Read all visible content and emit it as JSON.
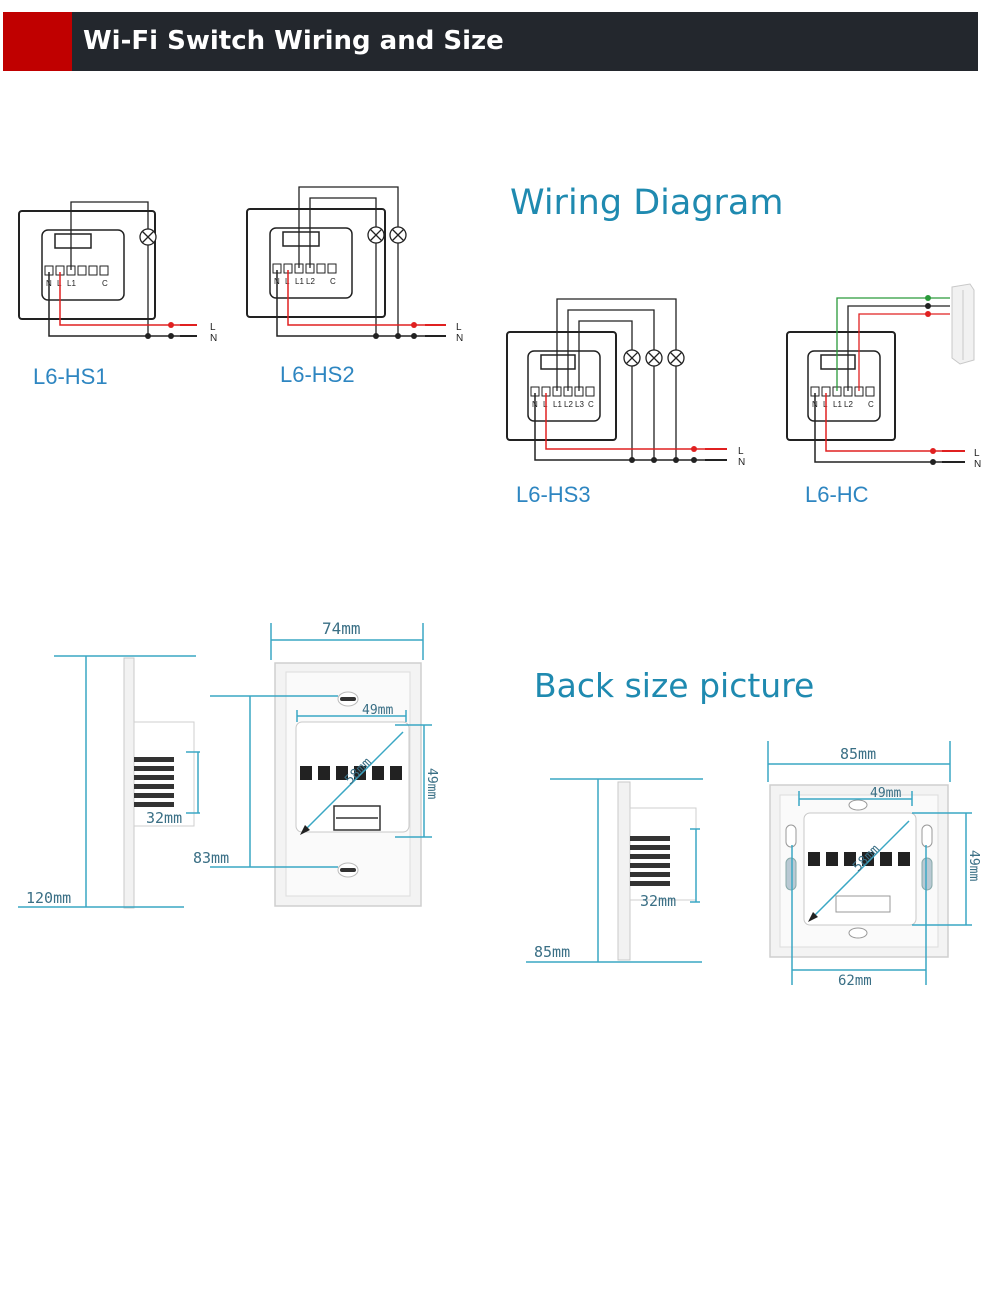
{
  "header": {
    "title": "Wi-Fi Switch Wiring and Size",
    "colors": {
      "background": "#23272d",
      "accent": "#c00000",
      "text": "#ffffff"
    }
  },
  "wiring": {
    "heading": "Wiring Diagram",
    "line_labels": {
      "live": "L",
      "neutral": "N"
    },
    "models": [
      {
        "name": "L6-HS1",
        "terminals": [
          "N",
          "L",
          "L1",
          "C"
        ]
      },
      {
        "name": "L6-HS2",
        "terminals": [
          "N",
          "L",
          "L1",
          "L2",
          "C"
        ]
      },
      {
        "name": "L6-HS3",
        "terminals": [
          "N",
          "L",
          "L1",
          "L2",
          "L3",
          "C"
        ]
      },
      {
        "name": "L6-HC",
        "terminals": [
          "N",
          "L",
          "L1",
          "L2",
          "C"
        ]
      }
    ]
  },
  "size": {
    "heading": "Back size picture",
    "single": {
      "height": "120mm",
      "width": "74mm",
      "depth": "32mm",
      "hole_spacing": "83mm",
      "box_width": "49mm",
      "box_height": "49mm",
      "diagonal": "58mm"
    },
    "square": {
      "height": "85mm",
      "width": "85mm",
      "depth": "32mm",
      "hole_spacing": "62mm",
      "box_width": "49mm",
      "box_height": "49mm",
      "diagonal": "58mm"
    }
  },
  "colors": {
    "dimension": "#3aa7c4",
    "heading": "#1f8ab0",
    "model_label": "#2e86c1",
    "live_wire": "#e02020",
    "neutral_wire": "#333333"
  },
  "icons": [
    "lamp-icon",
    "screw-terminal-icon",
    "curtain-motor-icon"
  ]
}
